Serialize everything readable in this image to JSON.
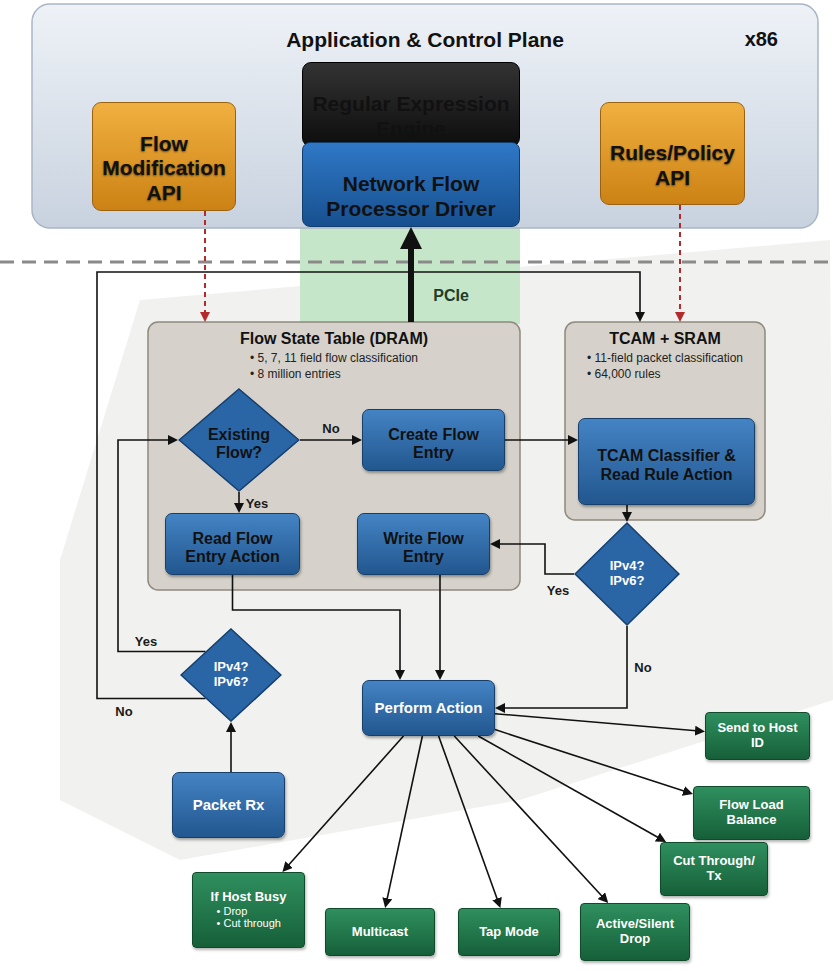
{
  "diagram": {
    "nodes": [
      {
        "text": [
          "Application & Control Plane",
          "x86"
        ]
      },
      {
        "text": [
          "Regular Expression Engine"
        ],
        "in": 0
      },
      {
        "text": [
          "Flow Modification API"
        ],
        "in": 0
      },
      {
        "text": [
          "Network Flow Processor Driver"
        ],
        "in": 0
      },
      {
        "text": [
          "Rules/Policy API"
        ],
        "in": 0
      },
      {
        "text": [
          "Flow State Table (DRAM)",
          "• 5, 7, 11 field flow classification",
          "• 8 million entries"
        ]
      },
      {
        "text": [
          "Existing Flow?"
        ],
        "in": 5
      },
      {
        "text": [
          "Create Flow Entry"
        ],
        "in": 5
      },
      {
        "text": [
          "Read Flow Entry Action"
        ],
        "in": 5
      },
      {
        "text": [
          "Write Flow Entry"
        ],
        "in": 5
      },
      {
        "text": [
          "TCAM + SRAM",
          "• 11-field packet classification",
          "• 64,000 rules"
        ]
      },
      {
        "text": [
          "TCAM Classifier & Read Rule Action"
        ],
        "in": 10
      },
      {
        "text": [
          "IPv4? IPv6?"
        ]
      },
      {
        "text": [
          "IPv4? IPv6?"
        ]
      },
      {
        "text": [
          "Packet Rx"
        ]
      },
      {
        "text": [
          "Perform Action"
        ]
      },
      {
        "text": [
          "Send to Host ID"
        ]
      },
      {
        "text": [
          "Flow Load Balance"
        ]
      },
      {
        "text": [
          "Cut Through/ Tx"
        ]
      },
      {
        "text": [
          "Active/Silent Drop"
        ]
      },
      {
        "text": [
          "Tap Mode"
        ]
      },
      {
        "text": [
          "Multicast"
        ]
      },
      {
        "text": [
          "If Host Busy",
          "• Drop",
          "• Cut through"
        ]
      }
    ],
    "edges": [
      {
        "from": 2,
        "to": 5,
        "arrow": "to"
      },
      {
        "from": 4,
        "to": 10,
        "arrow": "to"
      },
      {
        "from": 5,
        "to": 3,
        "label": "PCIe",
        "arrow": "to"
      },
      {
        "from": 14,
        "to": 13,
        "arrow": "to"
      },
      {
        "from": 13,
        "to": 6,
        "label": "Yes",
        "arrow": "to"
      },
      {
        "from": 13,
        "to": 10,
        "label": "No",
        "arrow": "to"
      },
      {
        "from": 6,
        "to": 7,
        "label": "No",
        "arrow": "to"
      },
      {
        "from": 6,
        "to": 8,
        "label": "Yes",
        "arrow": "to"
      },
      {
        "from": 7,
        "to": 11,
        "arrow": "to"
      },
      {
        "from": 11,
        "to": 12,
        "arrow": "to"
      },
      {
        "from": 12,
        "to": 9,
        "label": "Yes",
        "arrow": "to"
      },
      {
        "from": 12,
        "to": 15,
        "label": "No",
        "arrow": "to"
      },
      {
        "from": 8,
        "to": 15,
        "arrow": "to"
      },
      {
        "from": 9,
        "to": 15,
        "arrow": "to"
      },
      {
        "from": 15,
        "to": 16,
        "arrow": "to"
      },
      {
        "from": 15,
        "to": 17,
        "arrow": "to"
      },
      {
        "from": 15,
        "to": 18,
        "arrow": "to"
      },
      {
        "from": 15,
        "to": 19,
        "arrow": "to"
      },
      {
        "from": 15,
        "to": 20,
        "arrow": "to"
      },
      {
        "from": 15,
        "to": 21,
        "arrow": "to"
      },
      {
        "from": 15,
        "to": 22,
        "arrow": "to"
      }
    ]
  }
}
